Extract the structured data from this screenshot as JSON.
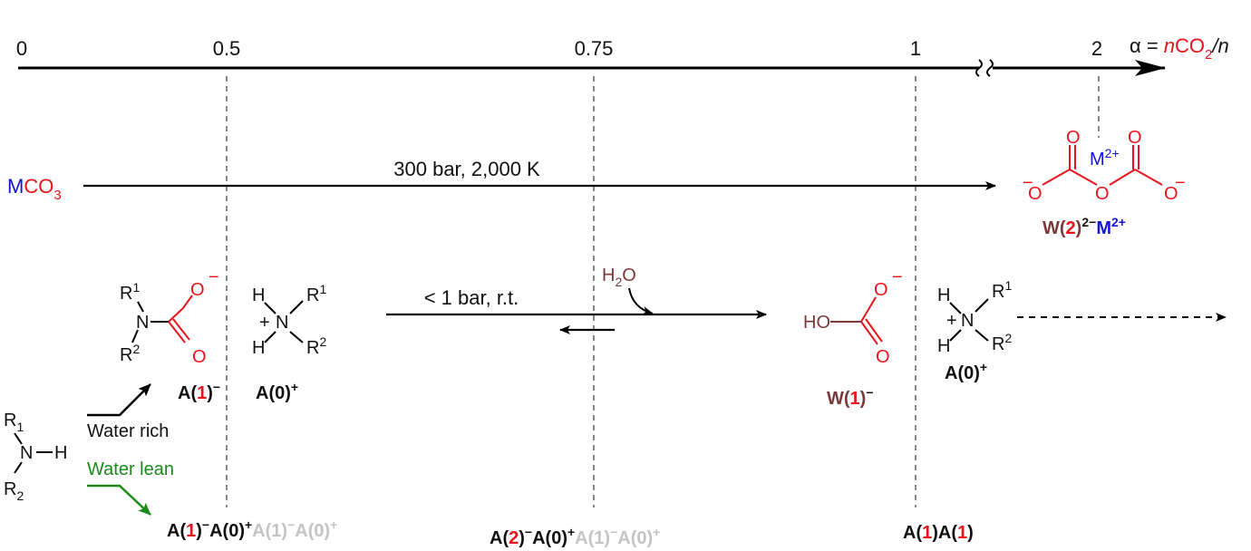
{
  "axis": {
    "ticks": [
      "0",
      "0.5",
      "0.75",
      "1",
      "2"
    ],
    "alpha_label_prefix": "α = ",
    "alpha_label_n": "n",
    "alpha_label_co2": "CO",
    "alpha_label_sub": "2",
    "alpha_label_tail": "/n"
  },
  "top_row": {
    "reactant_m": "M",
    "reactant_co": "CO",
    "reactant_sub": "3",
    "condition": "300 bar, 2,000 K",
    "metal_ion": "M",
    "metal_charge": "2+",
    "label_w": "W(",
    "label_num": "2",
    "label_close": ")",
    "label_charge": "2−",
    "label_m": "M",
    "label_m_charge": "2+"
  },
  "middle_row": {
    "condition": "< 1 bar, r.t.",
    "water": "H",
    "water_sub": "2",
    "water_o": "O",
    "carbamate_label": [
      "A(",
      "1",
      ")",
      "−"
    ],
    "ammonium_label": [
      "A(0)",
      "+"
    ],
    "bicarbonate_label": [
      "W(",
      "1",
      ")",
      "−"
    ],
    "ammonium_label_right": [
      "A(0)",
      "+"
    ],
    "ho": "HO"
  },
  "amine": {
    "r1": "R",
    "r1_sub": "1",
    "n": "N",
    "h": "H",
    "r2": "R",
    "r2_sub": "2",
    "water_rich": "Water rich",
    "water_lean": "Water lean"
  },
  "bottom_row": {
    "pair_05": [
      "A(",
      "1",
      ")",
      "−",
      "A(0)",
      "+",
      "A(1)",
      "−",
      "A(0)",
      "+"
    ],
    "pair_075": [
      "A(",
      "2",
      ")",
      "−",
      "A(0)",
      "+",
      "A(1)",
      "−",
      "A(0)",
      "+"
    ],
    "pair_1": [
      "A(",
      "1",
      ")A(",
      "1",
      ")"
    ]
  },
  "colors": {
    "red": "#e8141c",
    "blue": "#1414d8",
    "brown": "#7a3a3a",
    "grey": "#c4c4c4",
    "green": "#1a8a1a"
  }
}
